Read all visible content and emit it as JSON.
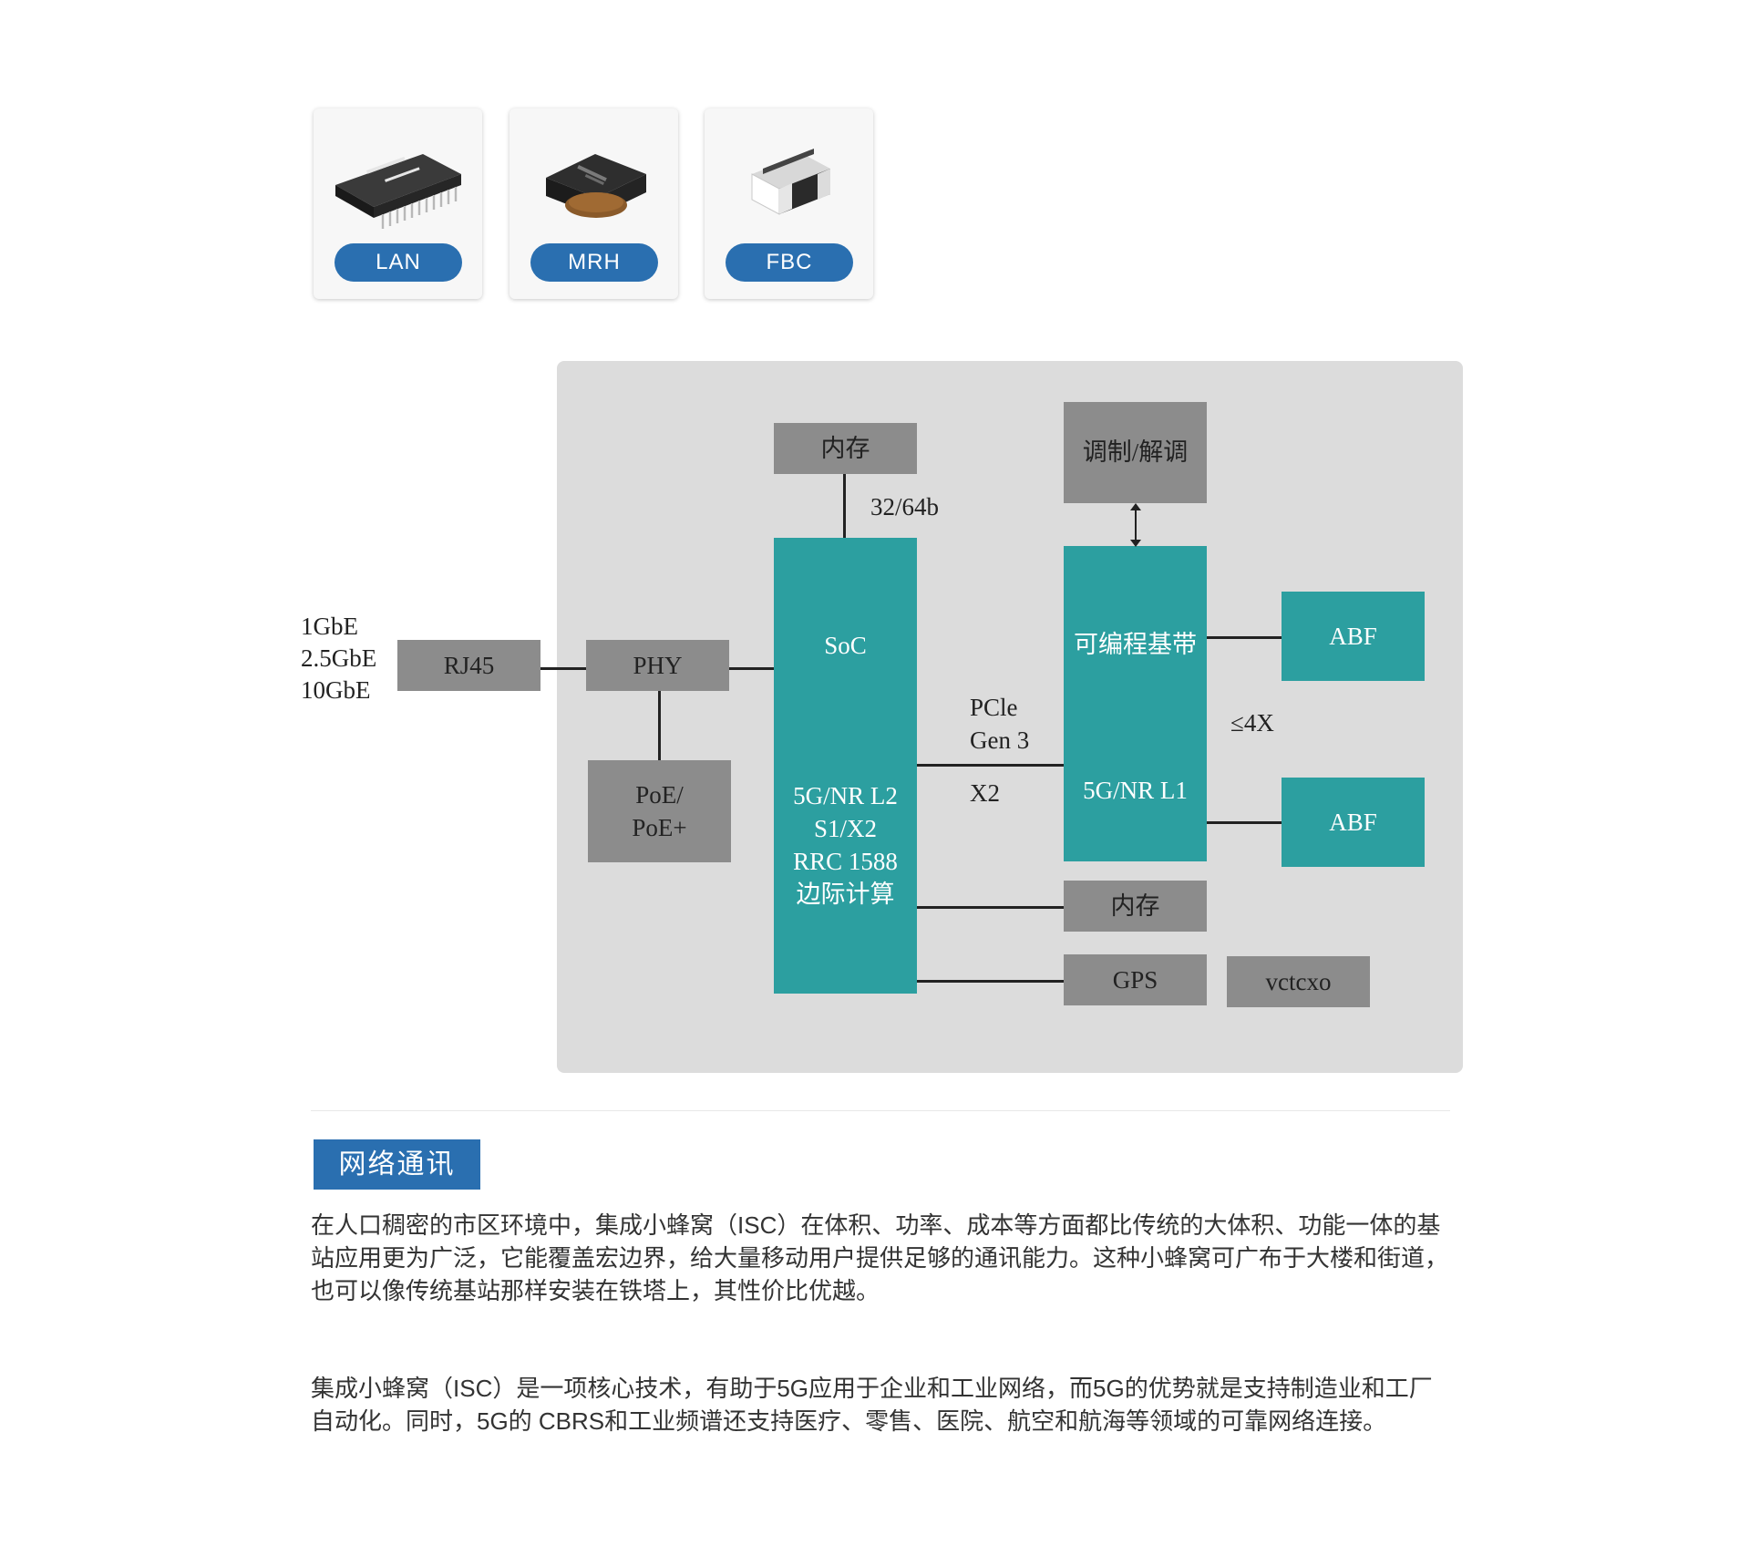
{
  "products": [
    {
      "label": "LAN",
      "icon": "lan-transformer-icon"
    },
    {
      "label": "MRH",
      "icon": "power-inductor-icon"
    },
    {
      "label": "FBC",
      "icon": "ferrite-bead-icon"
    }
  ],
  "diagram": {
    "ports": [
      "1GbE",
      "2.5GbE",
      "10GbE"
    ],
    "rj45": "RJ45",
    "phy": "PHY",
    "poe": [
      "PoE/",
      "PoE+"
    ],
    "memory_top": "内存",
    "bus_width": "32/64b",
    "soc_title": "SoC",
    "soc_lines": [
      "5G/NR L2",
      "S1/X2",
      "RRC 1588",
      "边际计算"
    ],
    "pcie": [
      "PCle",
      "Gen 3"
    ],
    "x2": "X2",
    "modem": "调制/解调",
    "baseband_title": "可编程基带",
    "baseband_sub": "5G/NR L1",
    "abf_top": "ABF",
    "abf_bottom": "ABF",
    "abf_count": "≤4X",
    "memory_bottom": "内存",
    "gps": "GPS",
    "vctcxo": "vctcxo"
  },
  "section": {
    "title": "网络通讯",
    "paragraphs": [
      "在人口稠密的市区环境中，集成小蜂窝（ISC）在体积、功率、成本等方面都比传统的大体积、功能一体的基站应用更为广泛，它能覆盖宏边界，给大量移动用户提供足够的通讯能力。这种小蜂窝可广布于大楼和街道，也可以像传统基站那样安装在铁塔上，其性价比优越。",
      "集成小蜂窝（ISC）是一项核心技术，有助于5G应用于企业和工业网络，而5G的优势就是支持制造业和工厂自动化。同时，5G的 CBRS和工业频谱还支持医疗、零售、医院、航空和航海等领域的可靠网络连接。"
    ]
  }
}
